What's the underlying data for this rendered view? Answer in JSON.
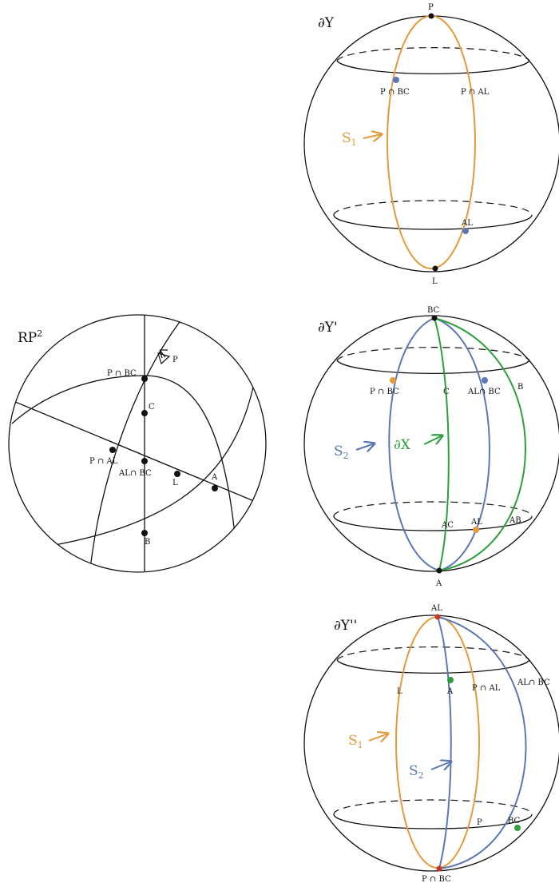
{
  "colors": {
    "orange": "#e39a3c",
    "blue": "#5b78b5",
    "green": "#2e9e3e",
    "black": "#111111"
  },
  "rp2": {
    "title": "RP",
    "title_sup": "2",
    "labels": {
      "p": "P",
      "p_bc": "P ∩ BC",
      "c": "C",
      "p_al": "P ∩ AL",
      "al_bc": "AL∩ BC",
      "l": "L",
      "a": "A",
      "b": "B"
    }
  },
  "dy": {
    "title": "∂Y",
    "labels": {
      "p": "P",
      "p_bc": "P ∩ BC",
      "p_al": "P ∩ AL",
      "al": "AL",
      "l": "L",
      "s1": "S"
    },
    "s1_sub": "1"
  },
  "dy1": {
    "title": "∂Y'",
    "labels": {
      "bc": "BC",
      "p_bc": "P ∩ BC",
      "c": "C",
      "al_bc": "AL∩ BC",
      "b": "B",
      "s2": "S",
      "dx": "∂X",
      "ac": "AC",
      "al": "AL",
      "ab": "AB",
      "a": "A"
    },
    "s2_sub": "2"
  },
  "dy2": {
    "title": "∂Y''",
    "labels": {
      "al": "AL",
      "l": "L",
      "a": "A",
      "p_al": "P ∩ AL",
      "al_bc": "AL∩ BC",
      "s1": "S",
      "s2": "S",
      "p": "P",
      "bc": "BC",
      "p_bc": "P ∩ BC"
    },
    "s1_sub": "1",
    "s2_sub": "2"
  }
}
